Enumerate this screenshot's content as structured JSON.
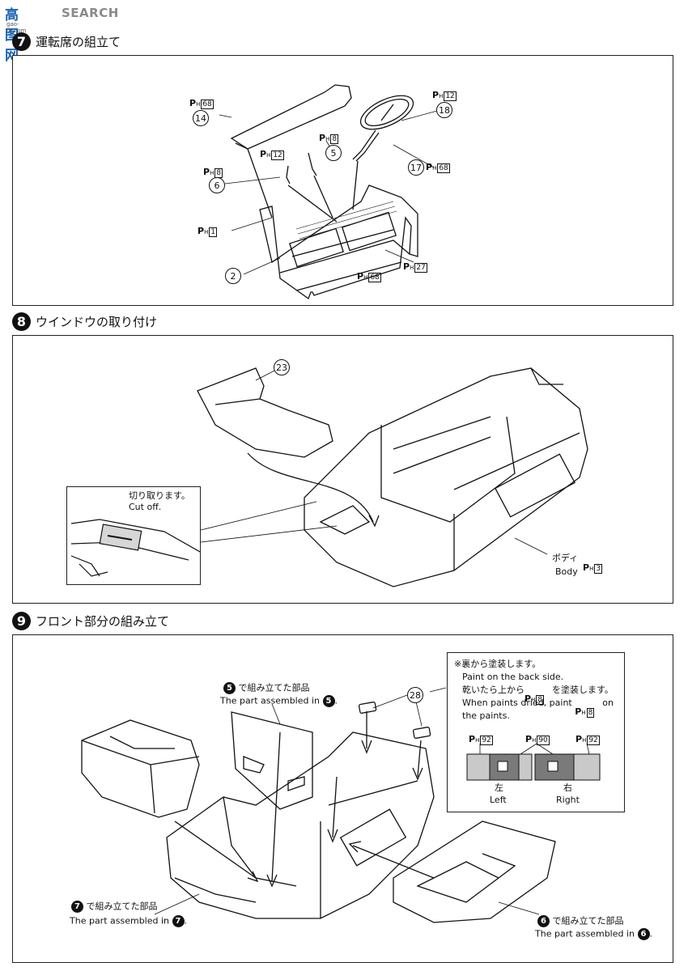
{
  "watermark": {
    "site_cn": "高图网",
    "site_en": "SEARCH",
    "url": "gao-tu.com"
  },
  "steps": [
    {
      "number": "7",
      "title": "運転席の組立て",
      "parts": {
        "p14": "14",
        "p18": "18",
        "p5": "5",
        "p6": "6",
        "p17": "17",
        "p2": "2"
      },
      "paints": {
        "a": "68",
        "b": "12",
        "c": "8",
        "d": "12",
        "e": "8",
        "f": "68",
        "g": "1",
        "h": "27",
        "i": "68"
      }
    },
    {
      "number": "8",
      "title": "ウインドウの取り付け",
      "part": "23",
      "cut_jp": "切り取ります。",
      "cut_en": "Cut off.",
      "body_jp": "ボディ",
      "body_en": "Body",
      "body_paint": "3"
    },
    {
      "number": "9",
      "title": "フロント部分の組み立て",
      "part": "28",
      "assembled5_num": "5",
      "assembled5_jp": "で組み立てた部品",
      "assembled5_en": "The part assembled in",
      "assembled7_num": "7",
      "assembled7_jp": "で組み立てた部品",
      "assembled7_en": "The part assembled in",
      "assembled6_num": "6",
      "assembled6_jp": "で組み立てた部品",
      "assembled6_en": "The part assembled in",
      "note_line1": "※裏から塗装します。",
      "note_line2": "Paint on the back side.",
      "note_line3_pre": "乾いたら上から",
      "note_line3_paint": "8",
      "note_line3_post": "を塗装します。",
      "note_line4_pre": "When paints dried, paint",
      "note_line4_paint": "8",
      "note_line4_post": "on",
      "note_line5": "the paints.",
      "swatch_paints": {
        "left": "92",
        "mid": "90",
        "right": "92"
      },
      "left_jp": "左",
      "left_en": "Left",
      "right_jp": "右",
      "right_en": "Right",
      "colors": {
        "light": "#c9c9c9",
        "dark": "#7a7a7a"
      }
    }
  ],
  "ph_label": "P",
  "ph_sub": "H"
}
